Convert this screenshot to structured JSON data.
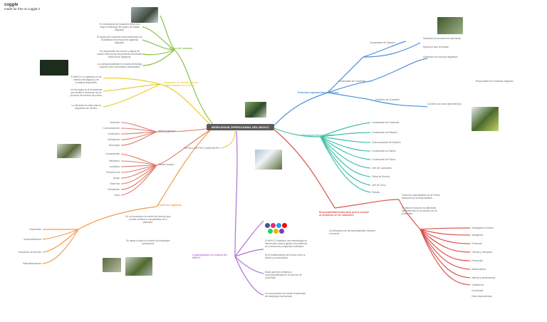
{
  "brand": {
    "logo": "coggle",
    "tagline": "made for free at coggle.it"
  },
  "central": "DESPLIEGUE OPERACIONAL DEL MOVCC",
  "colors": {
    "green": "#8bc34a",
    "yellow": "#e6cf3b",
    "orange": "#f39c4a",
    "salmon": "#e07a6a",
    "red": "#d9534f",
    "purple": "#b06fd6",
    "blue": "#4a90d9",
    "teal": "#41c0a8"
  },
  "branches": {
    "equipo": {
      "title": "Equipo del cuadrante",
      "items": [
        "El Comandante del cuadrante tiene a su cargo el liderazgo del equipo de trabajo asignado.",
        "El equipo del cuadrante está conformado por la totalidad del personal de vigilancia asignado.",
        "Es responsable de conocer y aplicar de manera efectiva las herramientas del Modelo Nacional de Vigilancia.",
        "La corresponsabilidad es la base del trabajo conjunto entre comunidad y autoridades."
      ]
    },
    "asignacion": {
      "title": "Asignación de recursos para la implementación del servicio",
      "items": [
        "El MNVCC se apalanca en los medios tecnológicos y de movilidad disponibles.",
        "La tecnología es la herramienta que facilita el desarrollo de los procesos del servicio de policía.",
        "La ubicación es clave para la asignación de medios."
      ],
      "medios_logisticos": {
        "title": "Medios logísticos",
        "items": [
          "Vehículos",
          "Comunicaciones",
          "Armamento",
          "Intendencia",
          "Tecnología"
        ]
      },
      "medios_humanos": {
        "title": "Talento humano",
        "items": [
          "Comandantes",
          "Patrulleros",
          "Auxiliares",
          "Personal civil",
          "Apoyo",
          "Reservas",
          "Estudiantes",
          "Otros"
        ]
      }
    },
    "control": {
      "title": "Control del Vigilancia",
      "intro": "Es un mecanismo de control del servicio que permite verificar el cumplimiento de lo planeado.",
      "items": [
        "Supervisión",
        "Acompañamiento",
        "Evaluación del servicio",
        "Retroalimentación"
      ],
      "note": "Se aplica a todos los niveles del despliegue operacional."
    },
    "patrullaje": {
      "title": "PATRULLAJE POR CUADRANTES"
    },
    "estructura": {
      "title": "Estructura organizacional del servicio",
      "items": [
        "Comandante de Estación",
        "Comandante de Cuadrante",
        "Patrullero de Cuadrante"
      ],
      "right_notes": [
        "Garantiza los procesos de planeación",
        "Ejecuta el plan de trabajo",
        "Administra los recursos asignados"
      ],
      "lower_notes": [
        "Coordina con otras dependencias",
        "Responsable del cuadrante asignado"
      ]
    },
    "personal": {
      "title": "Personal de Responsabilidad",
      "items": [
        "Comandante de Cuadrante",
        "Comandante de Estación",
        "Subcomandante de Estación",
        "Comandante de Distrito",
        "Comandante de Policía",
        "Jefe de Cuadrantes",
        "Oficial de Servicio",
        "Jefe de Turno",
        "Patrulla"
      ]
    },
    "responsabilidad": {
      "title": "Responsabilidad institucional para la solución de problemas en los cuadrantes",
      "notes": [
        "Todas las especialidades de la Policía Nacional son corresponsables.",
        "Se deben involucrar las diferentes dependencias en la solución de los problemas."
      ],
      "items": [
        "Investigación criminal",
        "Inteligencia",
        "Protección",
        "Tránsito y transporte",
        "Prevención",
        "Antinarcóticos",
        "Infancia y adolescencia",
        "Carabineros",
        "Comunidad",
        "Otras dependencias"
      ],
      "side_note": "La articulación de las especialidades fortalece el servicio."
    },
    "comunidad": {
      "title": "La participación en el marco del MNVCC",
      "items": [
        "El MNVCC establece una metodología de intervención para la gestión de problemas de convivencia y seguridad ciudadana.",
        "Es el fortalecimiento del vínculo entre la policía y la comunidad.",
        "Busca generar confianza y corresponsabilidad en la solución de problemas.",
        "La comunicación es el pilar fundamental del despliegue operacional."
      ]
    }
  }
}
